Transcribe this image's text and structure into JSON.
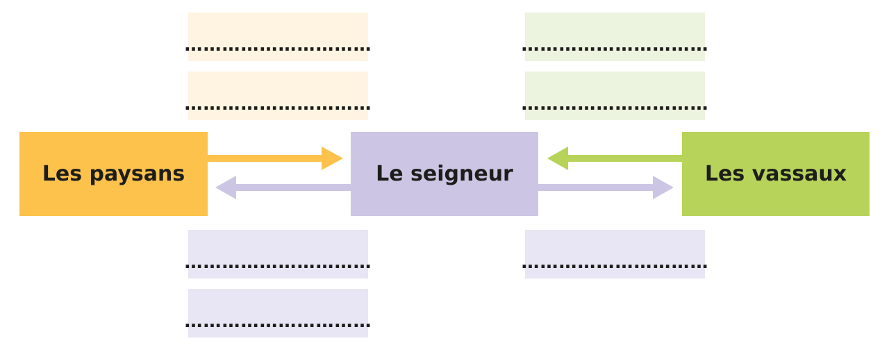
{
  "nodes": {
    "peasants": {
      "label": "Les paysans",
      "color": "#fcc24c"
    },
    "lord": {
      "label": "Le seigneur",
      "color": "#ccc6e4"
    },
    "vassals": {
      "label": "Les vassaux",
      "color": "#b7d35a"
    }
  },
  "blanks": {
    "text": "…………………………",
    "peasants_to_lord": [
      "…………………………",
      "…………………………"
    ],
    "lord_to_peasants": [
      "…………………………",
      "…………………………"
    ],
    "vassals_to_lord": [
      "…………………………",
      "…………………………"
    ],
    "lord_to_vassals": [
      "…………………………"
    ]
  },
  "colors": {
    "peasant_slot": "#fef4e1",
    "vassal_slot": "#ecf3df",
    "lord_slot": "#e8e6f4",
    "arrow_orange": "#fcc24c",
    "arrow_purple": "#ccc6e4",
    "arrow_green": "#b7d35a"
  }
}
